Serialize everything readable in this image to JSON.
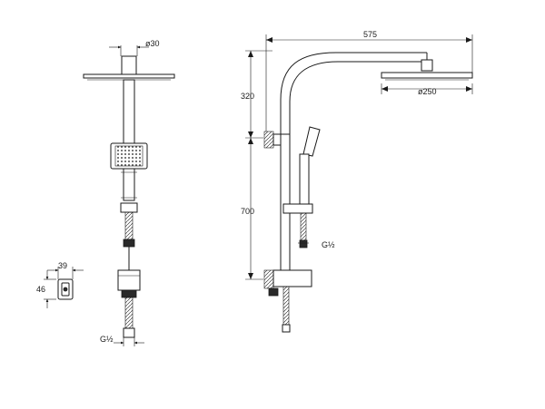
{
  "dimensions": {
    "pipe_diameter": "ø30",
    "overall_width": "575",
    "head_diameter": "ø250",
    "upper_height": "320",
    "lower_height": "700",
    "holder_width": "39",
    "holder_height": "46",
    "inlet_thread_front": "G½",
    "inlet_thread_side": "G½"
  },
  "colors": {
    "line": "#1a1a1a",
    "background": "#ffffff"
  }
}
